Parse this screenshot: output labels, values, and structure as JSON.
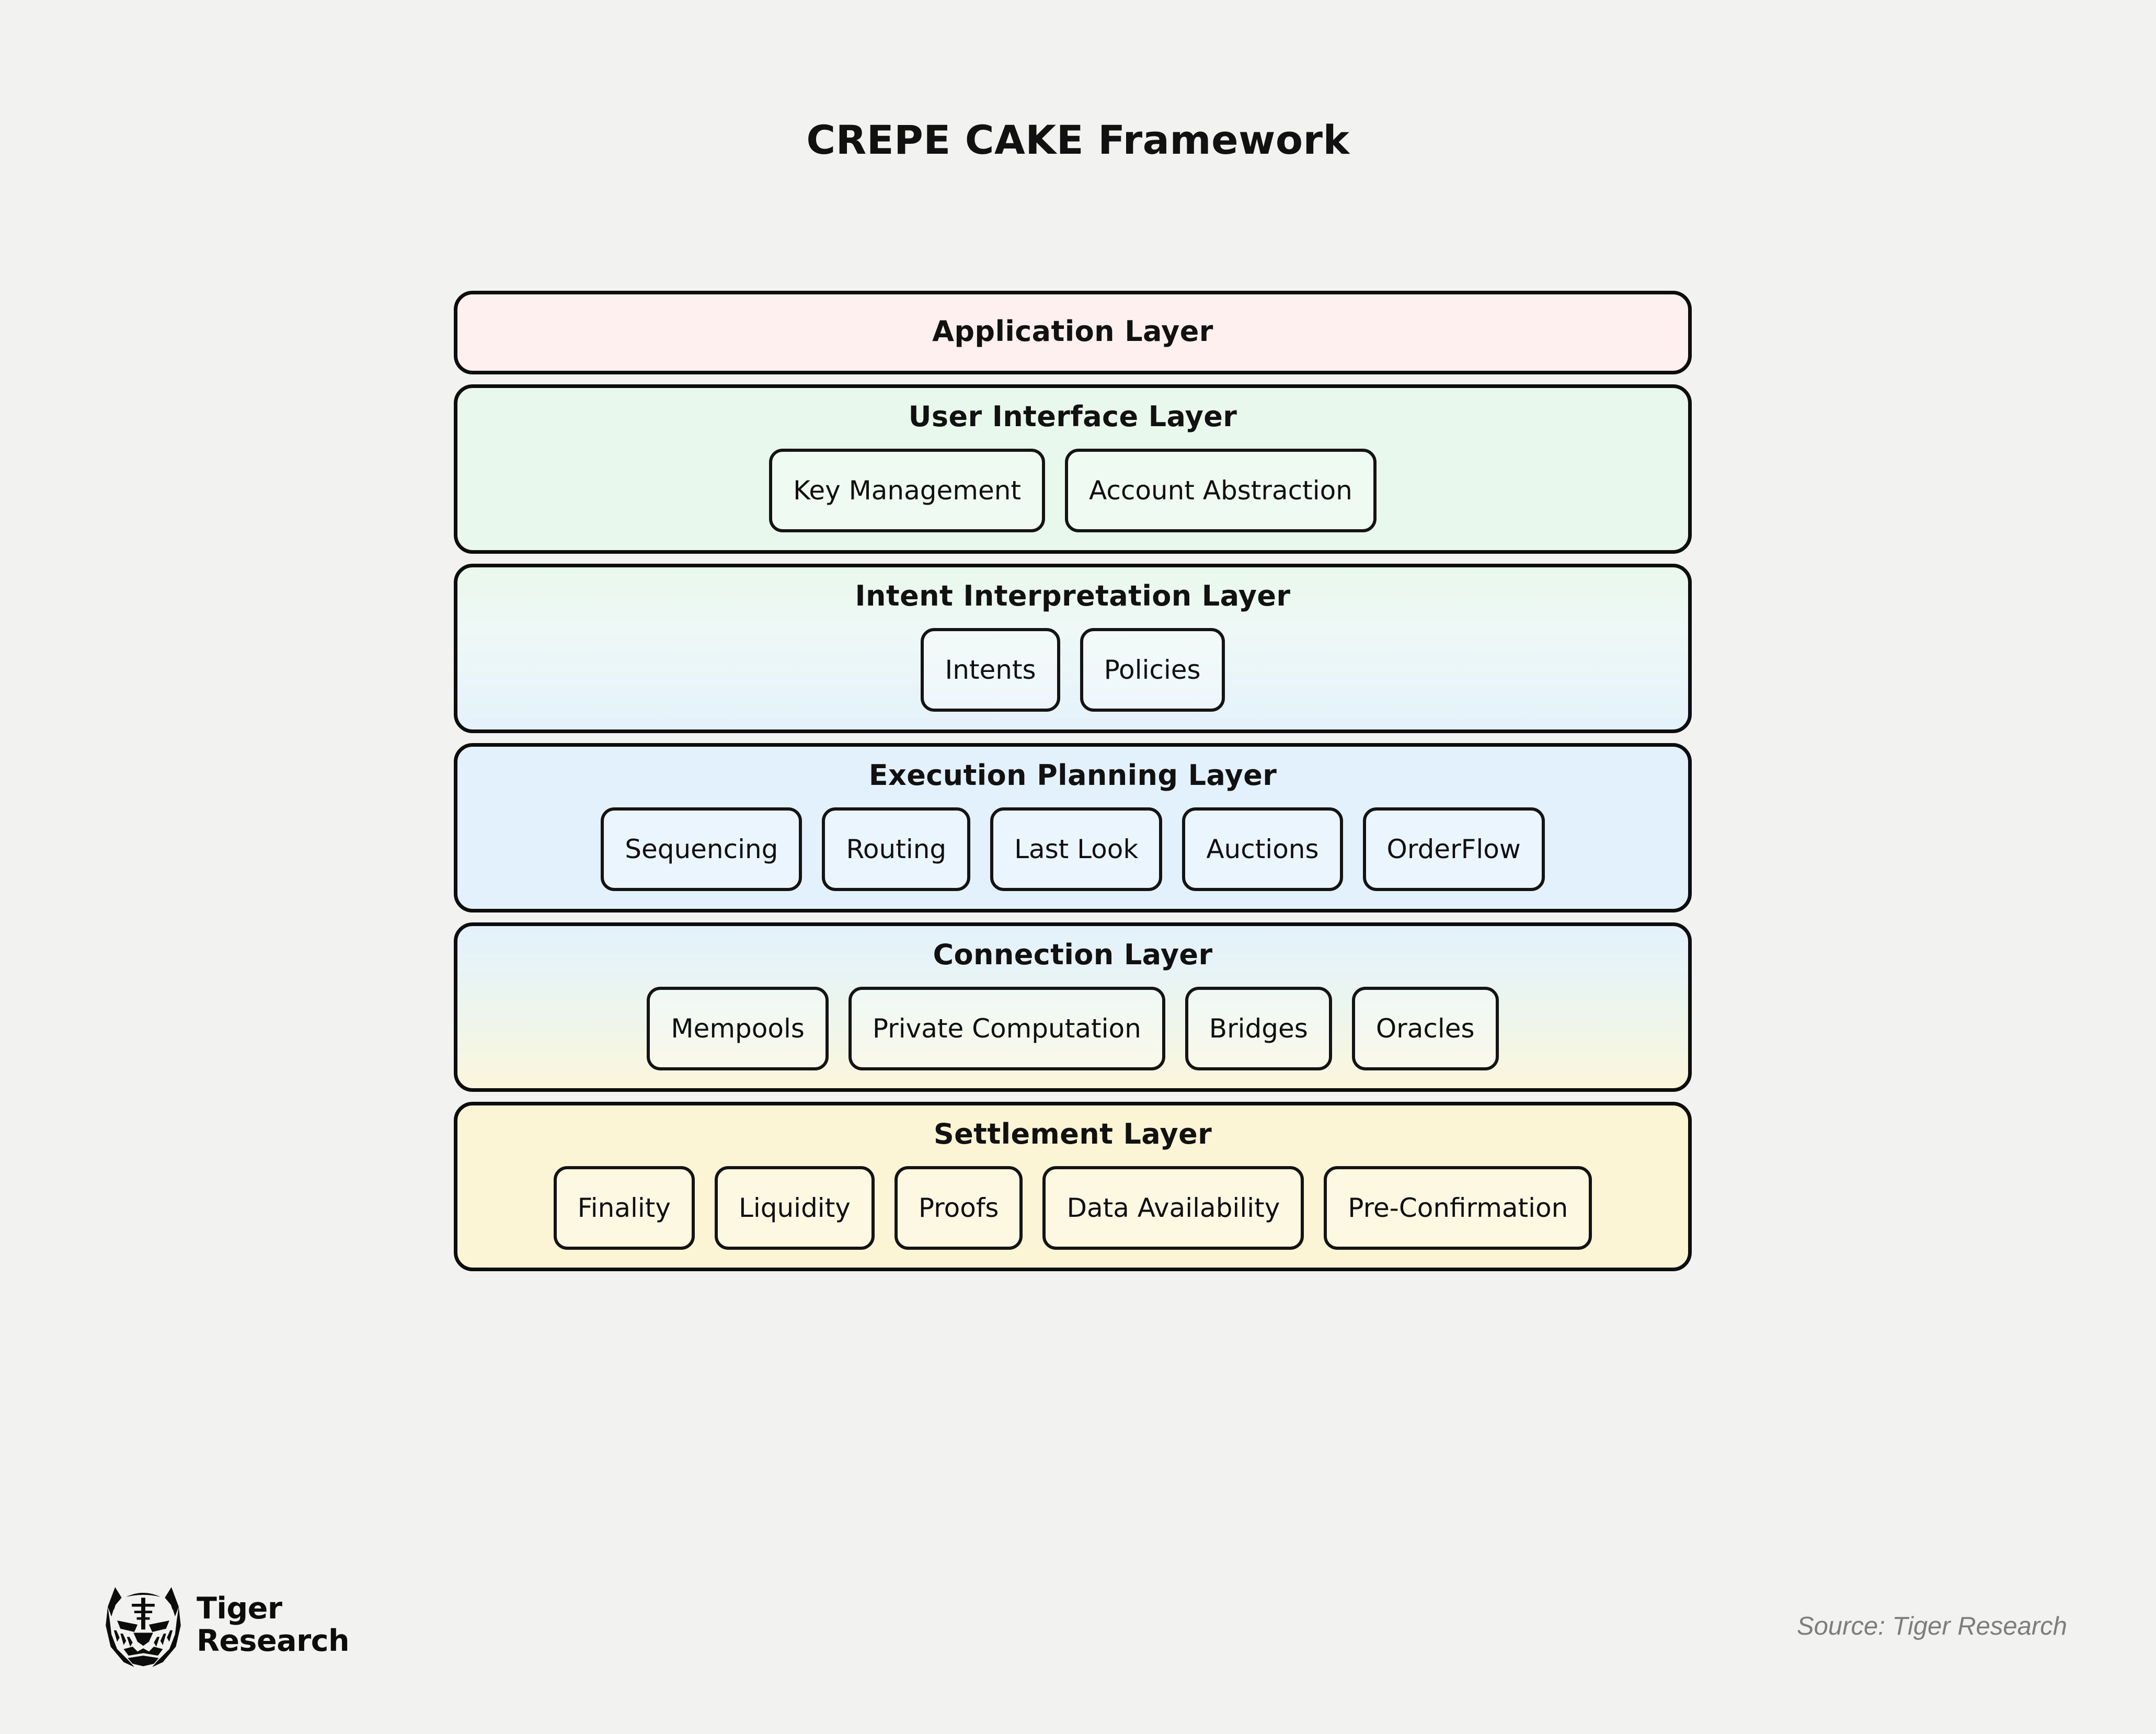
{
  "title": "CREPE CAKE Framework",
  "background_color": "#f2f2f1",
  "layers": [
    {
      "id": "application",
      "title": "Application Layer",
      "fill": "#fdf0ee",
      "chips": []
    },
    {
      "id": "user-interface",
      "title": "User Interface Layer",
      "fill": "#e9f8ec",
      "chips": [
        "Key Management",
        "Account Abstraction"
      ]
    },
    {
      "id": "intent-interpretation",
      "title": "Intent Interpretation Layer",
      "fill": "linear-gradient #e9f8ec to #e4f2fb",
      "chips": [
        "Intents",
        "Policies"
      ]
    },
    {
      "id": "execution-planning",
      "title": "Execution Planning Layer",
      "fill": "#e3f1fc",
      "chips": [
        "Sequencing",
        "Routing",
        "Last Look",
        "Auctions",
        "OrderFlow"
      ]
    },
    {
      "id": "connection",
      "title": "Connection Layer",
      "fill": "linear-gradient #e3f1fc to #fbf6dc",
      "chips": [
        "Mempools",
        "Private Computation",
        "Bridges",
        "Oracles"
      ]
    },
    {
      "id": "settlement",
      "title": "Settlement Layer",
      "fill": "#fbf5d6",
      "chips": [
        "Finality",
        "Liquidity",
        "Proofs",
        "Data Availability",
        "Pre-Confirmation"
      ]
    }
  ],
  "footer": {
    "brand_line_1": "Tiger",
    "brand_line_2": "Research",
    "logo_icon": "tiger-head-icon",
    "source": "Source: Tiger Research",
    "source_color": "#7d7d7d"
  }
}
